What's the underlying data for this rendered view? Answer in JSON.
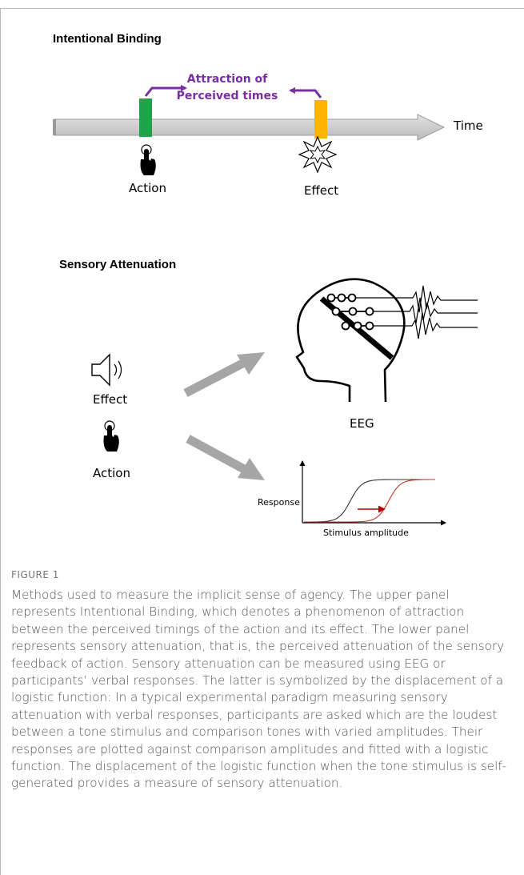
{
  "figure": {
    "panel_top": {
      "title": "Intentional Binding",
      "annotation_line1": "Attraction of",
      "annotation_line2": "Perceived times",
      "axis_label": "Time",
      "action_label": "Action",
      "effect_label": "Effect",
      "colors": {
        "action_bar": "#1fa44a",
        "effect_bar": "#ffb400",
        "annotation": "#7a2fa0",
        "timeline": "#c9c9c9"
      }
    },
    "panel_bottom": {
      "title": "Sensory Attenuation",
      "effect_label": "Effect",
      "action_label": "Action",
      "eeg_label": "EEG",
      "y_axis_label": "Response",
      "x_axis_label": "Stimulus amplitude",
      "colors": {
        "curve_baseline": "#333333",
        "curve_shifted": "#c0392b",
        "arrow": "#b00000"
      }
    }
  },
  "caption": {
    "label": "FIGURE 1",
    "text": "Methods used to measure the implicit sense of agency. The upper panel represents Intentional Binding, which denotes a phenomenon of attraction between the perceived timings of the action and its effect. The lower panel represents sensory attenuation, that is, the perceived attenuation of the sensory feedback of action. Sensory attenuation can be measured using EEG or participants’ verbal responses. The latter is symbolized by the displacement of a logistic function: In a typical experimental paradigm measuring sensory attenuation with verbal responses, participants are asked which are the loudest between a tone stimulus and comparison tones with varied amplitudes. Their responses are plotted against comparison amplitudes and fitted with a logistic function. The displacement of the logistic function when the tone stimulus is self-generated provides a measure of sensory attenuation."
  }
}
